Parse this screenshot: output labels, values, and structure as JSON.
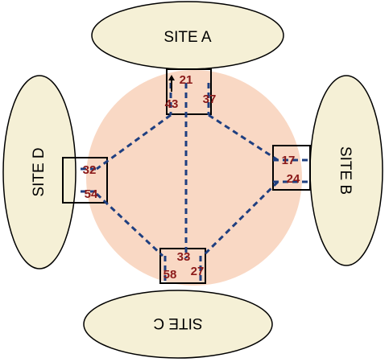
{
  "colors": {
    "site_fill": "#f5f0d6",
    "core_fill": "#f9d8c4",
    "link": "#1f3f80",
    "port_text": "#8b1a1a",
    "outline": "#000000"
  },
  "sites": {
    "a": {
      "label": "SITE A"
    },
    "b": {
      "label": "SITE B"
    },
    "c": {
      "label": "SITE C"
    },
    "d": {
      "label": "SITE D"
    }
  },
  "ports": {
    "a_top": "21",
    "a_left": "43",
    "a_right": "37",
    "b_top": "17",
    "b_bottom": "24",
    "c_top": "33",
    "c_left": "58",
    "c_right": "27",
    "d_top": "32",
    "d_bottom": "54"
  },
  "icons": {
    "a_marker": "up-arrow-icon"
  }
}
